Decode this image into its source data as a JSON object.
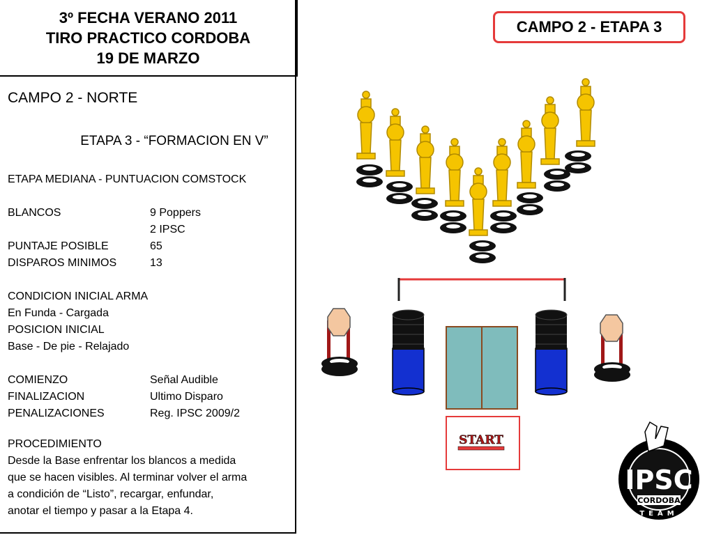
{
  "header": {
    "line1": "3º FECHA VERANO 2011",
    "line2": "TIRO PRACTICO CORDOBA",
    "line3": "19 DE MARZO"
  },
  "badge": "CAMPO 2 - ETAPA 3",
  "campo": "CAMPO 2 - NORTE",
  "etapa": "ETAPA 3 - “FORMACION EN V”",
  "rows": [
    {
      "k": "ETAPA MEDIANA - PUNTUACION COMSTOCK",
      "v": ""
    },
    {
      "k": "",
      "v": ""
    },
    {
      "k": "BLANCOS",
      "v": "9 Poppers"
    },
    {
      "k": "",
      "v": "2 IPSC"
    },
    {
      "k": "PUNTAJE POSIBLE",
      "v": "65"
    },
    {
      "k": "DISPAROS MINIMOS",
      "v": "13"
    },
    {
      "k": "",
      "v": ""
    },
    {
      "k": "CONDICION INICIAL ARMA",
      "v": ""
    },
    {
      "k": "En Funda - Cargada",
      "v": ""
    },
    {
      "k": "POSICION INICIAL",
      "v": ""
    },
    {
      "k": "Base - De pie - Relajado",
      "v": ""
    },
    {
      "k": "",
      "v": ""
    },
    {
      "k": "COMIENZO",
      "v": "Señal Audible"
    },
    {
      "k": "FINALIZACION",
      "v": "Ultimo Disparo"
    },
    {
      "k": "PENALIZACIONES",
      "v": "Reg. IPSC 2009/2"
    }
  ],
  "procedimiento": {
    "title": "PROCEDIMIENTO",
    "lines": [
      "Desde la Base enfrentar los blancos a medida",
      "que se hacen visibles. Al terminar volver el arma",
      "a condición de “Listo”, recargar, enfundar,",
      "anotar el tiempo y pasar a la Etapa 4."
    ]
  },
  "start_label": "START",
  "logo": {
    "text": "IPSC",
    "sub": "CORDOBA",
    "ring": "TEAM"
  },
  "colors": {
    "popper": "#f5c400",
    "barrel": "#1330d0",
    "panel": "#7fbcbc",
    "accent": "#e53a3a",
    "target": "#f4c7a0",
    "stand": "#a01818"
  }
}
